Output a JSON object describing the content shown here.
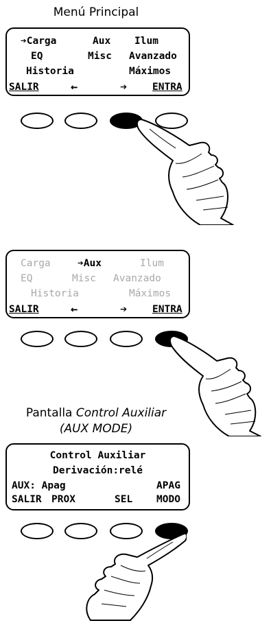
{
  "panel1": {
    "title": "Menú Principal",
    "row1": {
      "item1": "➔Carga",
      "item2": "Aux",
      "item3": "Ilum"
    },
    "row2": {
      "item1": "EQ",
      "item2": "Misc",
      "item3": "Avanzado"
    },
    "row3": {
      "item1": "Historia",
      "item2": "Máximos"
    },
    "keys": {
      "k1": "SALIR",
      "k2": "←",
      "k3": "➔",
      "k4": "ENTRA"
    },
    "pressed_button": 3
  },
  "panel2": {
    "row1": {
      "item1": "Carga",
      "item2": "➔Aux",
      "item3": "Ilum"
    },
    "row2": {
      "item1": "EQ",
      "item2": "Misc",
      "item3": "Avanzado"
    },
    "row3": {
      "item1": "Historia",
      "item2": "Máximos"
    },
    "keys": {
      "k1": "SALIR",
      "k2": "←",
      "k3": "➔",
      "k4": "ENTRA"
    },
    "pressed_button": 4
  },
  "panel3": {
    "title_prefix": "Pantalla ",
    "title_em": "Control Auxiliar",
    "subtitle": "(AUX MODE)",
    "line1": "Control Auxiliar",
    "line2": "Derivación:relé",
    "line3_left": "AUX: Apag",
    "line3_right": "APAG",
    "keys": {
      "k1": "SALIR",
      "k2": "PROX",
      "k3": "SEL",
      "k4": "MODO"
    },
    "pressed_button": 4
  },
  "colors": {
    "ink": "#000000",
    "dimmed": "#a8a8a8",
    "skin": "#ffffff"
  },
  "icons": {
    "pointer": "pointing-hand-icon",
    "selector": "right-arrow-icon"
  }
}
